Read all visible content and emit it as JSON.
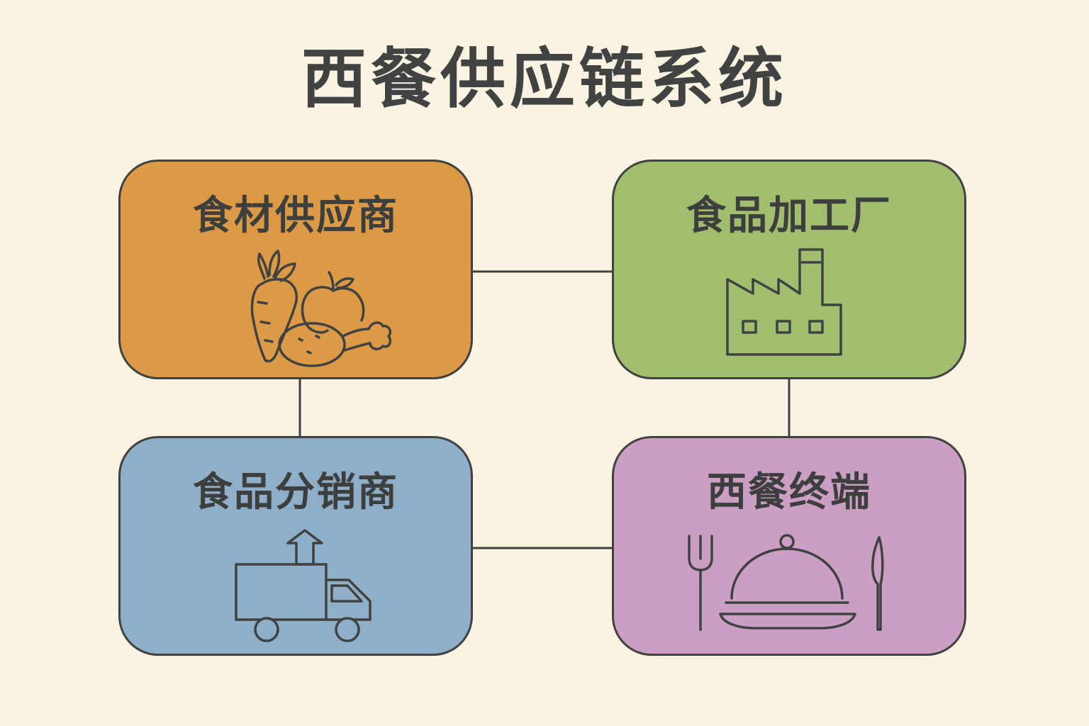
{
  "title": "西餐供应链系统",
  "nodes": {
    "supplier": {
      "label": "食材供应商",
      "color": "#dc9a46",
      "icon": "vegetables-icon"
    },
    "factory": {
      "label": "食品加工厂",
      "color": "#a1bd6e",
      "icon": "factory-icon"
    },
    "distributor": {
      "label": "食品分销商",
      "color": "#8faec8",
      "icon": "delivery-truck-icon"
    },
    "restaurant": {
      "label": "西餐终端",
      "color": "#cb9fc3",
      "icon": "cloche-with-cutlery-icon"
    }
  },
  "colors": {
    "background": "#fbf3e2",
    "stroke": "#3f4241",
    "text": "#404342"
  }
}
